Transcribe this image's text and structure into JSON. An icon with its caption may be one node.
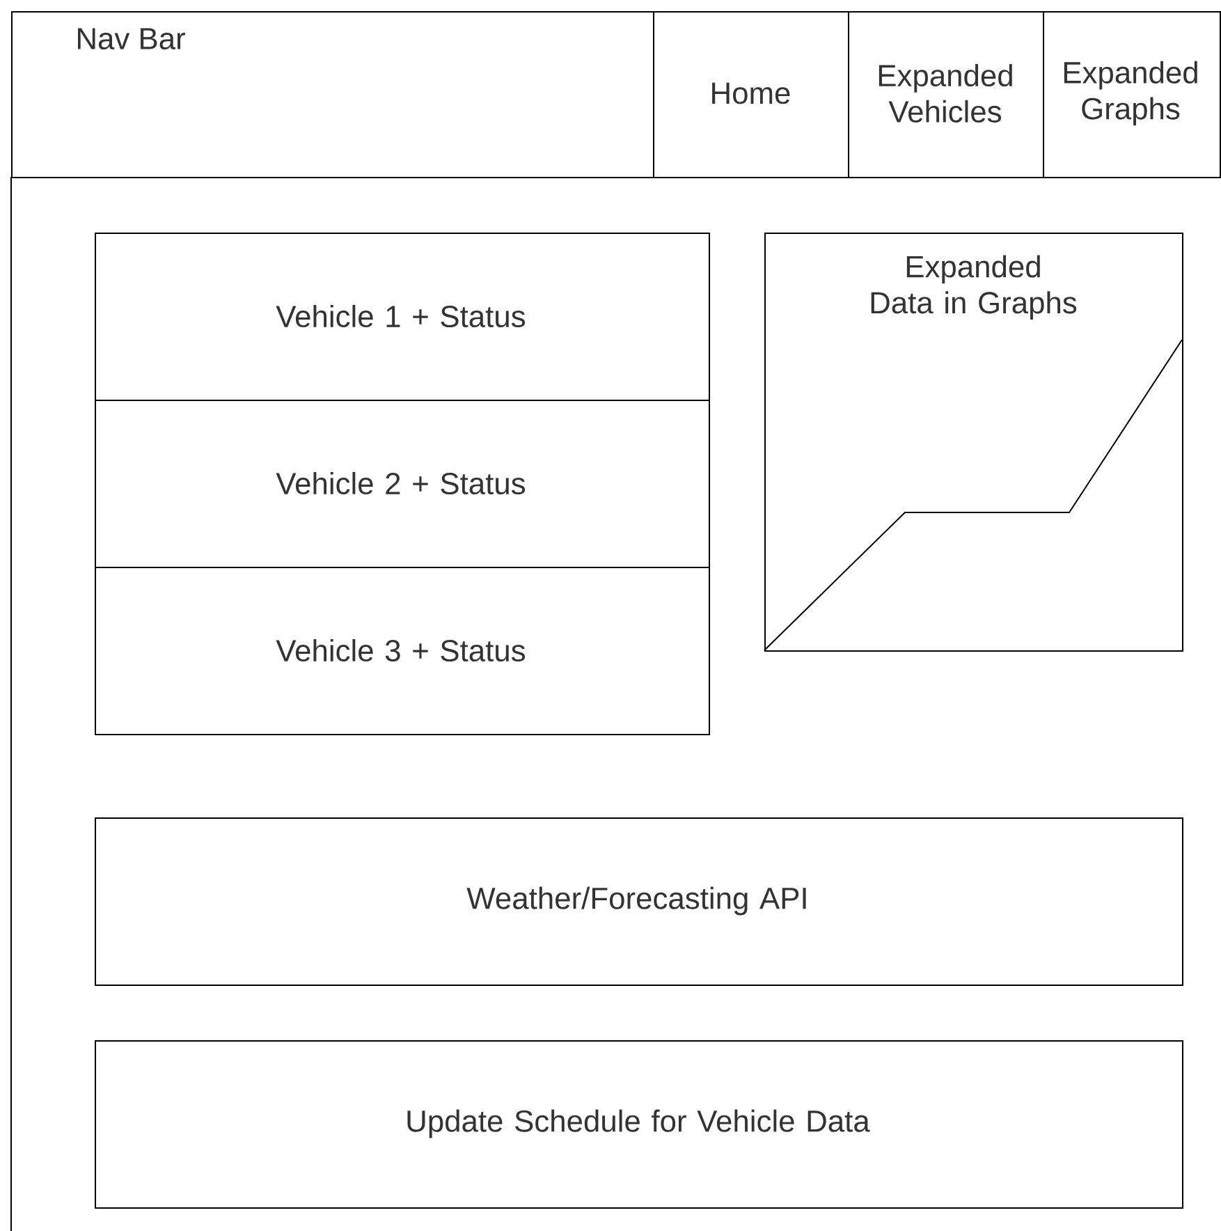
{
  "diagram": {
    "nodes": [
      {
        "text": [
          "Nav Bar"
        ]
      },
      {
        "text": [
          "Home"
        ],
        "in": 0
      },
      {
        "text": [
          "Expanded Vehicles"
        ],
        "in": 0
      },
      {
        "text": [
          "Expanded Graphs"
        ],
        "in": 0
      },
      {
        "text": [
          "Vehicle 1 + Status"
        ]
      },
      {
        "text": [
          "Vehicle 2 + Status"
        ]
      },
      {
        "text": [
          "Vehicle 3 + Status"
        ]
      },
      {
        "text": [
          "Expanded Data in Graphs"
        ]
      },
      {
        "text": [
          "Weather/Forecasting API"
        ]
      },
      {
        "text": [
          "Update Schedule for Vehicle Data"
        ]
      }
    ]
  }
}
